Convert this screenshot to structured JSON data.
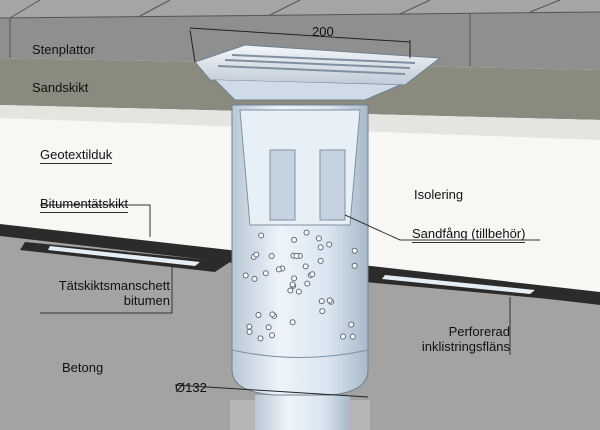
{
  "labels": {
    "stenplattor": "Stenplattor",
    "sandskikt": "Sandskikt",
    "geotextilduk": "Geotextilduk",
    "bitumentatskikt": "Bitumentätskikt",
    "tatskiktsmanschett_1": "Tätskiktsmanschett",
    "tatskiktsmanschett_2": "bitumen",
    "betong": "Betong",
    "isolering": "Isolering",
    "sandfang": "Sandfång (tillbehör)",
    "perforerad_1": "Perforerad",
    "perforerad_2": "inklistringsfläns"
  },
  "dimensions": {
    "width": "200",
    "diameter": "Ø132"
  },
  "colors": {
    "pavers": "#8f8f8f",
    "sand": "#8a8a7e",
    "insulation": "#f7f7f4",
    "bitumen": "#2b2b2b",
    "concrete": "#a3a3a3",
    "drain": "#dfe9f2"
  }
}
